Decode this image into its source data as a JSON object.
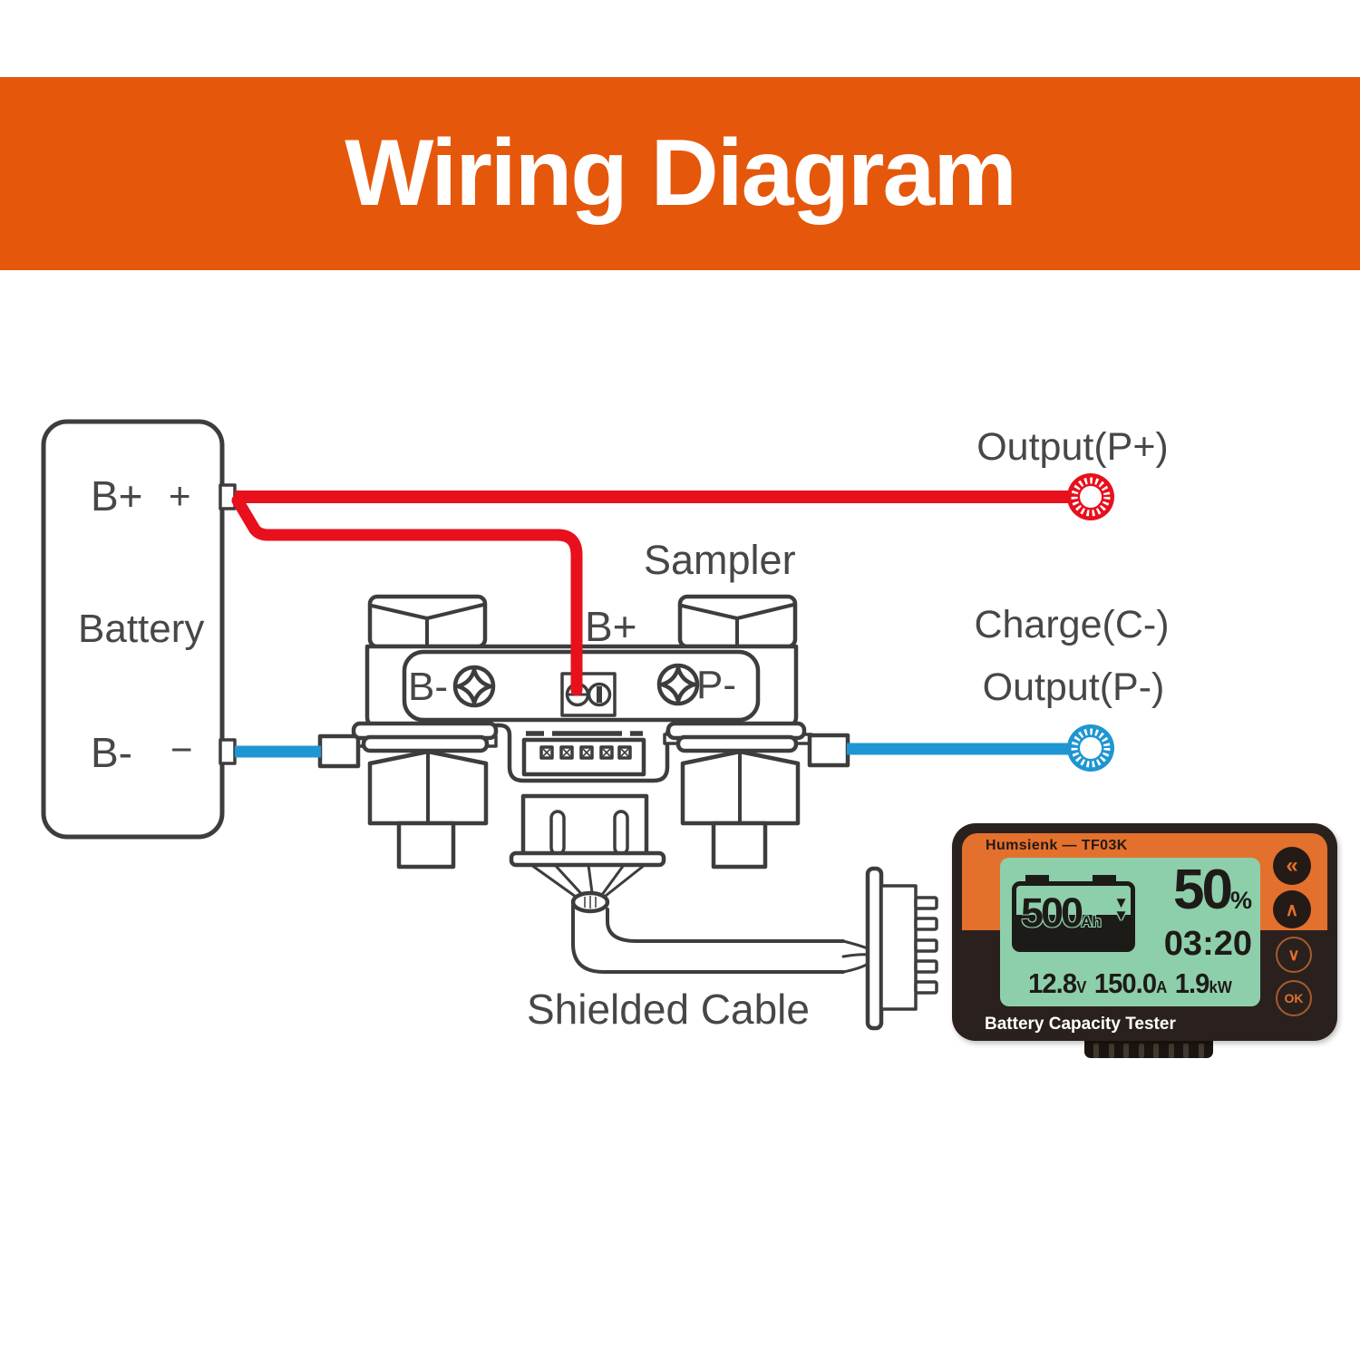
{
  "banner": {
    "title": "Wiring Diagram"
  },
  "battery": {
    "label": "Battery",
    "positive_terminal": "B+",
    "positive_sign": "+",
    "negative_terminal": "B-",
    "negative_sign": "−"
  },
  "sampler": {
    "label": "Sampler",
    "terminal_b_plus": "B+",
    "terminal_b_minus": "B-",
    "terminal_p_minus": "P-"
  },
  "connections": {
    "output_positive": "Output(P+)",
    "charge_negative": "Charge(C-)",
    "output_negative": "Output(P-)",
    "cable_label": "Shielded Cable"
  },
  "colors": {
    "banner_orange": "#e5570b",
    "wire_red": "#e8101c",
    "wire_blue": "#1e96d2",
    "line_art_gray": "#3d3d3d",
    "device_body": "#2a211e",
    "device_panel_orange": "#e4702d",
    "lcd_green": "#8ecfab"
  },
  "device": {
    "brand": "Humsienk",
    "separator": "—",
    "model": "TF03K",
    "caption": "Battery Capacity Tester",
    "lcd": {
      "capacity_value": "500",
      "capacity_unit": "Ah",
      "capacity_arrow": "▼",
      "soc_value": "50",
      "soc_unit": "%",
      "time_remaining": "03:20",
      "voltage_value": "12.8",
      "voltage_unit": "V",
      "current_value": "150.0",
      "current_unit": "A",
      "power_value": "1.9",
      "power_unit": "kW"
    },
    "buttons": {
      "back_glyph": "«",
      "up_glyph": "∧",
      "down_glyph": "∨",
      "ok_label": "OK"
    }
  }
}
